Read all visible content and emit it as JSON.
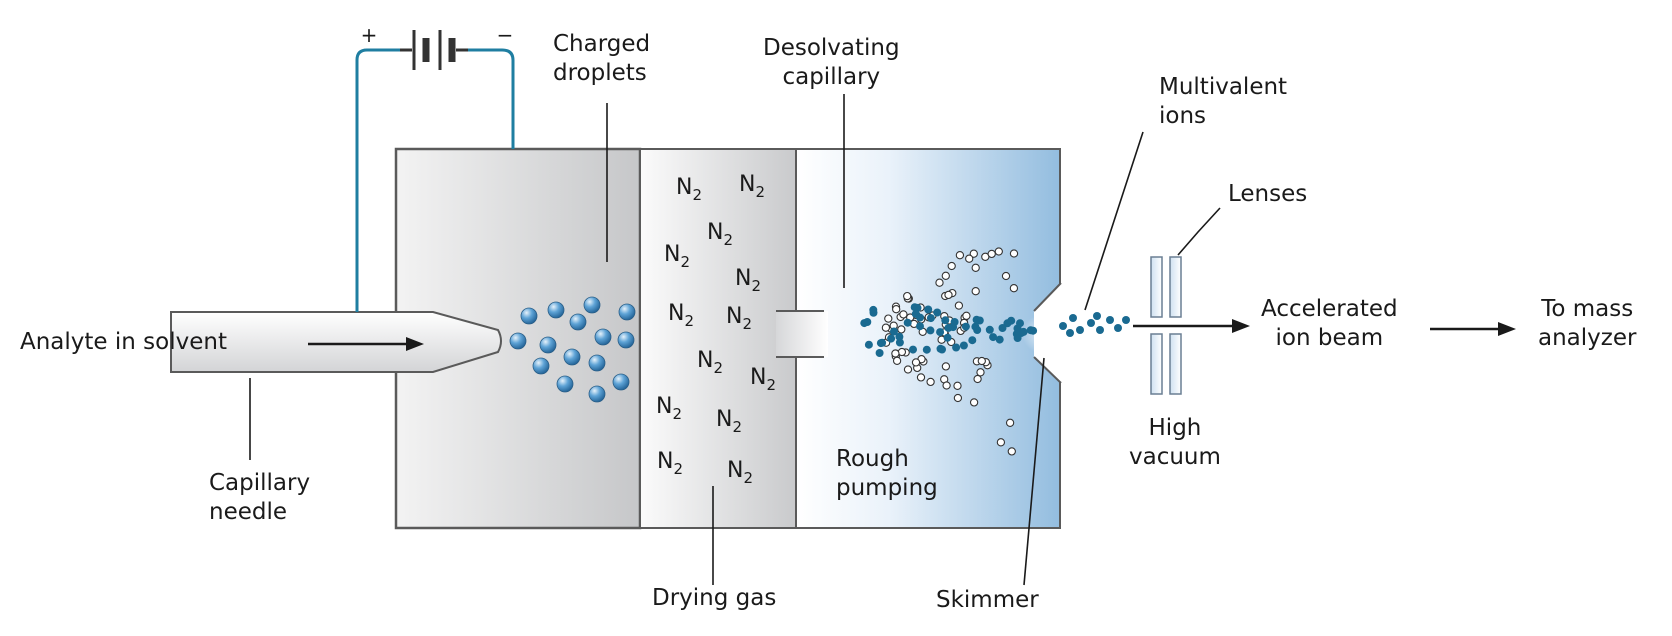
{
  "labels": {
    "analyte": "Analyte in solvent",
    "capillary_needle": [
      "Capillary",
      "needle"
    ],
    "charged_droplets": [
      "Charged",
      "droplets"
    ],
    "desolvating_capillary": [
      "Desolvating",
      "capillary"
    ],
    "multivalent_ions": [
      "Multivalent",
      "ions"
    ],
    "lenses": "Lenses",
    "accelerated_beam": [
      "Accelerated",
      "ion beam"
    ],
    "to_mass_analyzer": [
      "To mass",
      "analyzer"
    ],
    "high_vacuum": [
      "High",
      "vacuum"
    ],
    "rough_pumping": [
      "Rough",
      "pumping"
    ],
    "drying_gas": "Drying gas",
    "skimmer": "Skimmer",
    "plus": "+",
    "minus": "−"
  },
  "gas": {
    "symbol": "N",
    "subscript": "2"
  },
  "colors": {
    "wire": "#1f7ea1",
    "droplet": "#4a95cf",
    "ion": "#1a6a91",
    "outline": "#5a5a5a",
    "vacuum_gradient_end": "#93bddf"
  }
}
